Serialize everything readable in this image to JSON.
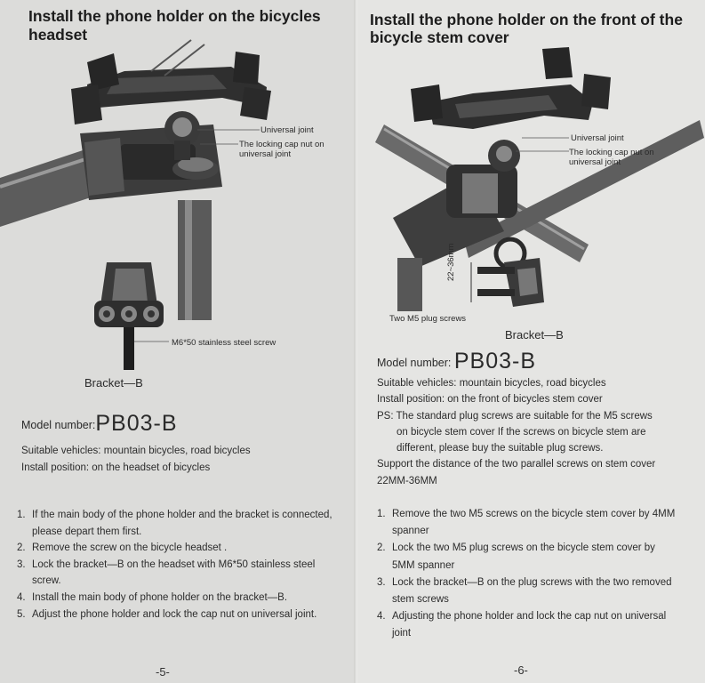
{
  "left": {
    "title": "Install the phone holder on the bicycles headset",
    "callouts": {
      "universal_joint": "Universal joint",
      "locking_cap": "The locking cap nut on universal joint",
      "screw": "M6*50 stainless steel screw"
    },
    "bracket_label": "Bracket—B",
    "model_prefix": "Model number:",
    "model_number": "PB03-B",
    "info": [
      "Suitable vehicles: mountain bicycles, road bicycles",
      "Install position: on the headset of bicycles"
    ],
    "steps": [
      {
        "num": "1.",
        "text": "If the main body of the phone holder and the bracket is connected, please depart them first."
      },
      {
        "num": "2.",
        "text": "Remove the screw on the bicycle headset ."
      },
      {
        "num": "3.",
        "text": "Lock the bracket—B on the headset with M6*50 stainless steel screw."
      },
      {
        "num": "4.",
        "text": "Install the main body of phone holder on the bracket—B."
      },
      {
        "num": "5.",
        "text": "Adjust the phone holder and lock the cap nut on universal joint."
      }
    ],
    "page_number": "-5-"
  },
  "right": {
    "title": "Install the phone holder on the front of the bicycle stem cover",
    "callouts": {
      "universal_joint": "Universal joint",
      "locking_cap": "The locking cap nut on universal joint",
      "plug_screws": "Two M5 plug screws",
      "dimension": "22~36mm"
    },
    "bracket_label": "Bracket—B",
    "model_prefix": "Model number:",
    "model_number": "PB03-B",
    "info": [
      "Suitable vehicles: mountain bicycles, road bicycles",
      "Install position: on the front of bicycles stem cover",
      "PS: The standard plug screws are suitable for the M5 screws",
      "on bicycle stem cover If the screws on bicycle stem are",
      "different, please buy the suitable plug screws.",
      "Support the distance of the two parallel screws on stem cover",
      "22MM-36MM"
    ],
    "steps": [
      {
        "num": "1.",
        "text": "Remove the two M5 screws on the bicycle stem cover by 4MM spanner"
      },
      {
        "num": "2.",
        "text": "Lock the two M5 plug screws on the bicycle stem cover by 5MM spanner"
      },
      {
        "num": "3.",
        "text": "Lock the bracket—B on the plug screws with the two removed stem screws"
      },
      {
        "num": "4.",
        "text": "Adjusting the phone holder and lock the cap nut on universal joint"
      }
    ],
    "page_number": "-6-"
  }
}
